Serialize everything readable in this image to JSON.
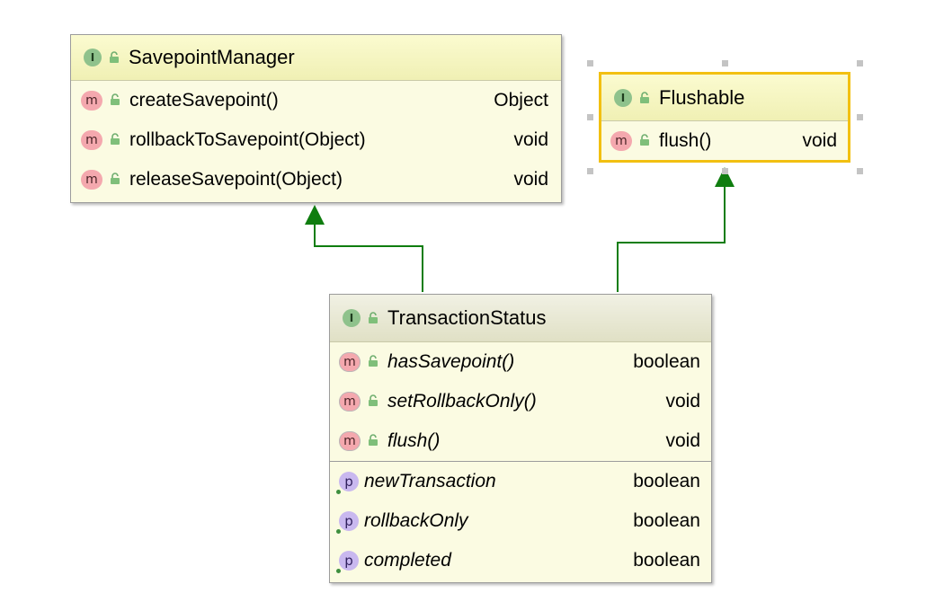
{
  "icons": {
    "interface": "I",
    "method": "m",
    "property": "p",
    "public_lock": "lock-icon"
  },
  "colors": {
    "arrow": "#0f7d0f",
    "selection": "#f2c011",
    "class_bg": "#fbfbe2"
  },
  "diagram": {
    "savepoint_manager": {
      "name": "SavepointManager",
      "methods": [
        {
          "name": "createSavepoint()",
          "type": "Object"
        },
        {
          "name": "rollbackToSavepoint(Object)",
          "type": "void"
        },
        {
          "name": "releaseSavepoint(Object)",
          "type": "void"
        }
      ]
    },
    "flushable": {
      "name": "Flushable",
      "methods": [
        {
          "name": "flush()",
          "type": "void"
        }
      ]
    },
    "transaction_status": {
      "name": "TransactionStatus",
      "methods": [
        {
          "name": "hasSavepoint()",
          "type": "boolean"
        },
        {
          "name": "setRollbackOnly()",
          "type": "void"
        },
        {
          "name": "flush()",
          "type": "void"
        }
      ],
      "properties": [
        {
          "name": "newTransaction",
          "type": "boolean"
        },
        {
          "name": "rollbackOnly",
          "type": "boolean"
        },
        {
          "name": "completed",
          "type": "boolean"
        }
      ]
    },
    "relations": [
      {
        "from": "TransactionStatus",
        "to": "SavepointManager",
        "kind": "extends"
      },
      {
        "from": "TransactionStatus",
        "to": "Flushable",
        "kind": "extends"
      }
    ]
  }
}
